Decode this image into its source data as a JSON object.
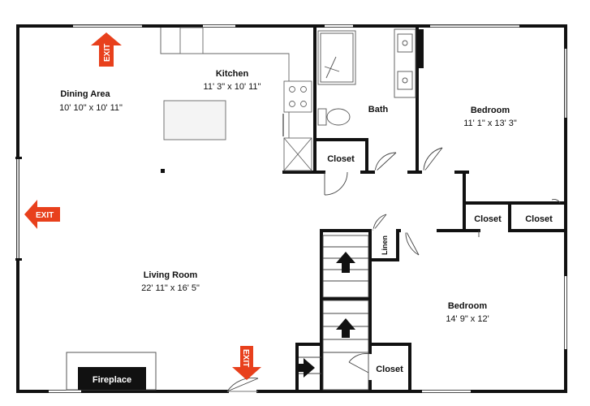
{
  "rooms": {
    "dining": {
      "name": "Dining Area",
      "dims": "10' 10\" x 10' 11\""
    },
    "kitchen": {
      "name": "Kitchen",
      "dims": "11' 3\" x 10' 11\""
    },
    "bath": {
      "name": "Bath"
    },
    "bedroom1": {
      "name": "Bedroom",
      "dims": "11' 1\" x 13' 3\""
    },
    "bedroom2": {
      "name": "Bedroom",
      "dims": "14' 9\" x 12'"
    },
    "living": {
      "name": "Living Room",
      "dims": "22' 11\" x 16' 5\""
    },
    "closet_bath": {
      "name": "Closet"
    },
    "closet_hall": {
      "name": "Closet"
    },
    "closet_right": {
      "name": "Closet"
    },
    "closet_bottom": {
      "name": "Closet"
    },
    "linen": {
      "name": "Linen"
    },
    "fireplace": {
      "name": "Fireplace"
    }
  },
  "exits": {
    "label": "EXIT",
    "color": "#e8401c"
  }
}
